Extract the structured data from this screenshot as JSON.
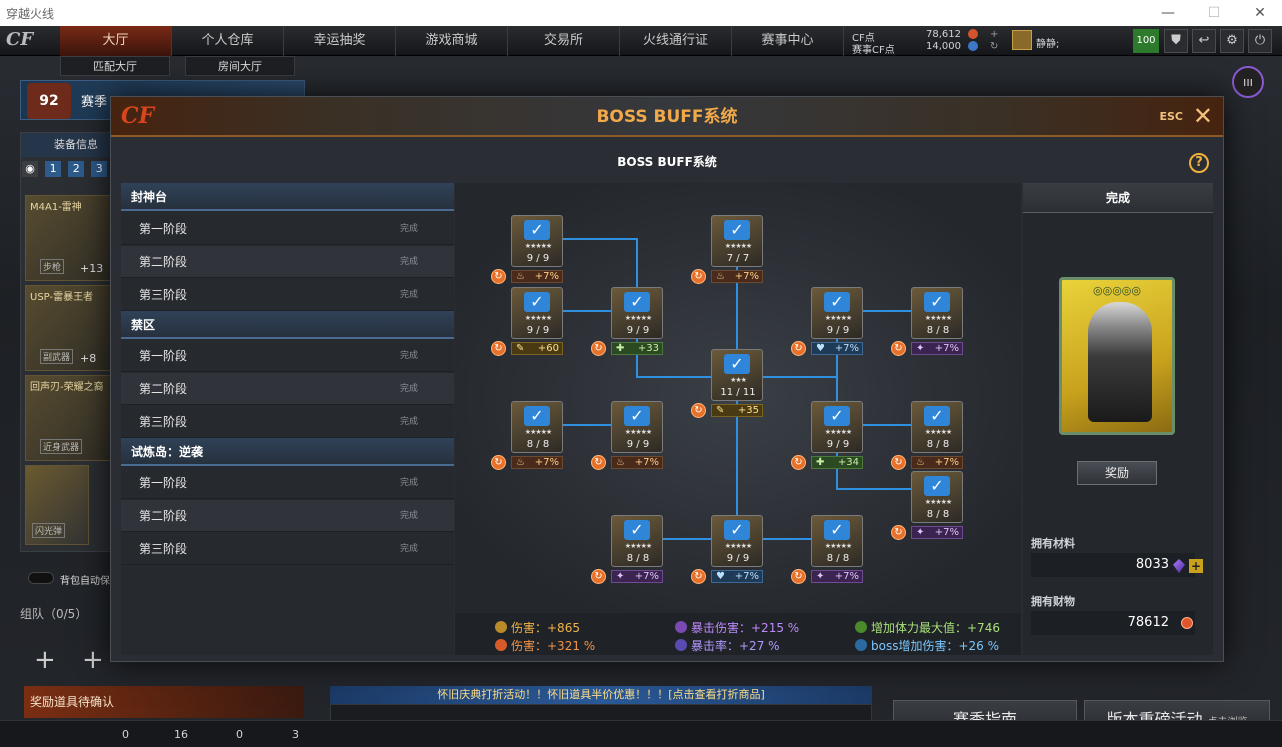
{
  "window": {
    "title": "穿越火线"
  },
  "nav": {
    "logo": "CF",
    "tabs": [
      "大厅",
      "个人仓库",
      "幸运抽奖",
      "游戏商城",
      "交易所",
      "火线通行证",
      "赛事中心"
    ],
    "subtabs": [
      "匹配大厅",
      "房间大厅"
    ],
    "cf_label": "CF点",
    "cf_value": "78,612",
    "season_cf_label": "赛事CF点",
    "season_cf_value": "14,000",
    "player_name": "静静;",
    "badge": "100"
  },
  "background": {
    "rank": "92",
    "season_label": "赛季",
    "equip_header": "装备信息",
    "slot_tabs": [
      "1",
      "2",
      "3"
    ],
    "guns": [
      {
        "name": "M4A1-雷神",
        "tag": "步枪",
        "count": "+13"
      },
      {
        "name": "USP-雷暴王者",
        "tag": "副武器",
        "count": "+8"
      },
      {
        "name": "回声刃-荣耀之裔",
        "tag": "近身武器",
        "count": ""
      }
    ],
    "flash": "闪光弹",
    "auto_label": "背包自动保",
    "group": "组队（0/5）",
    "award_confirm": "奖励道具待确认",
    "notice": "怀旧庆典打折活动！！怀旧道具半价优惠！！！[点击查看打折商品]",
    "team_label": "组队",
    "guide_btn": "赛季指南",
    "event_btn": "版本重磅活动",
    "event_sub": "点击浏览",
    "bottom_counts": [
      "0",
      "16",
      "0",
      "3"
    ]
  },
  "modal": {
    "title": "BOSS BUFF系统",
    "esc": "ESC",
    "subtitle": "BOSS BUFF系统",
    "help": "?",
    "sections": [
      {
        "title": "封神台",
        "stages": [
          {
            "name": "第一阶段",
            "status": "完成"
          },
          {
            "name": "第二阶段",
            "status": "完成"
          },
          {
            "name": "第三阶段",
            "status": "完成"
          }
        ]
      },
      {
        "title": "禁区",
        "stages": [
          {
            "name": "第一阶段",
            "status": "完成"
          },
          {
            "name": "第二阶段",
            "status": "完成"
          },
          {
            "name": "第三阶段",
            "status": "完成"
          }
        ]
      },
      {
        "title": "试炼岛：逆袭",
        "stages": [
          {
            "name": "第一阶段",
            "status": "完成"
          },
          {
            "name": "第二阶段",
            "status": "完成"
          },
          {
            "name": "第三阶段",
            "status": "完成"
          }
        ]
      }
    ],
    "nodes": [
      {
        "count": "9 / 9",
        "stars": "★★★★★",
        "buff": "+7%",
        "kind": "fire"
      },
      {
        "count": "7 / 7",
        "stars": "★★★★★",
        "buff": "+7%",
        "kind": "fire"
      },
      {
        "count": "9 / 9",
        "stars": "★★★★★",
        "buff": "+60",
        "kind": "damage"
      },
      {
        "count": "9 / 9",
        "stars": "★★★★★",
        "buff": "+33",
        "kind": "hp"
      },
      {
        "count": "9 / 9",
        "stars": "★★★★★",
        "buff": "+7%",
        "kind": "boss"
      },
      {
        "count": "8 / 8",
        "stars": "★★★★★",
        "buff": "+7%",
        "kind": "crit"
      },
      {
        "count": "11 / 11",
        "stars": "★★★",
        "buff": "+35",
        "kind": "damage"
      },
      {
        "count": "8 / 8",
        "stars": "★★★★★",
        "buff": "+7%",
        "kind": "fire"
      },
      {
        "count": "9 / 9",
        "stars": "★★★★★",
        "buff": "+7%",
        "kind": "fire"
      },
      {
        "count": "9 / 9",
        "stars": "★★★★★",
        "buff": "+34",
        "kind": "hp"
      },
      {
        "count": "8 / 8",
        "stars": "★★★★★",
        "buff": "+7%",
        "kind": "fire"
      },
      {
        "count": "8 / 8",
        "stars": "★★★★★",
        "buff": "+7%",
        "kind": "crit"
      },
      {
        "count": "8 / 8",
        "stars": "★★★★★",
        "buff": "+7%",
        "kind": "crit"
      },
      {
        "count": "9 / 9",
        "stars": "★★★★★",
        "buff": "+7%",
        "kind": "boss"
      },
      {
        "count": "8 / 8",
        "stars": "★★★★★",
        "buff": "+7%",
        "kind": "crit"
      }
    ],
    "stats": {
      "dmg_flat": "伤害：+865",
      "dmg_pct": "伤害：+321 %",
      "crit_dmg": "暴击伤害：+215 %",
      "crit_rate": "暴击率：+27 %",
      "hp_max": "增加体力最大值：+746",
      "boss_dmg": "boss增加伤害：+26 %"
    },
    "right": {
      "header": "完成",
      "card_stars": "◎◎◎◎◎",
      "reward_btn": "奖励",
      "material_label": "拥有材料",
      "material_value": "8033",
      "wealth_label": "拥有财物",
      "wealth_value": "78612"
    }
  }
}
